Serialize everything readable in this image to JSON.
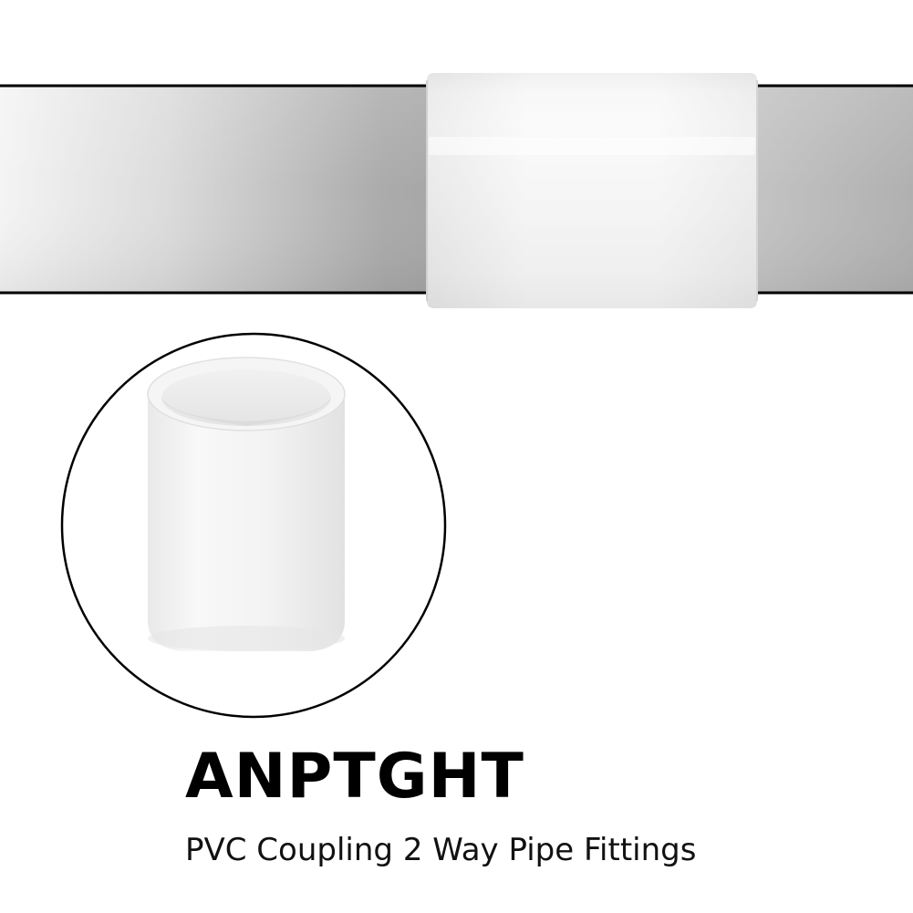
{
  "product": {
    "brand": "ANPTGHT",
    "title": "PVC Coupling 2 Way Pipe Fittings"
  },
  "colors": {
    "background": "#ffffff",
    "pipe_light": "#f2f2f2",
    "pipe_dark": "#9a9a9a",
    "fitting": "#f7f7f7",
    "outline": "#000000",
    "text": "#000000"
  },
  "images": {
    "pipe_with_coupling": "gray pipe joined by white PVC coupling",
    "coupling_closeup": "white PVC coupling inside circle"
  }
}
